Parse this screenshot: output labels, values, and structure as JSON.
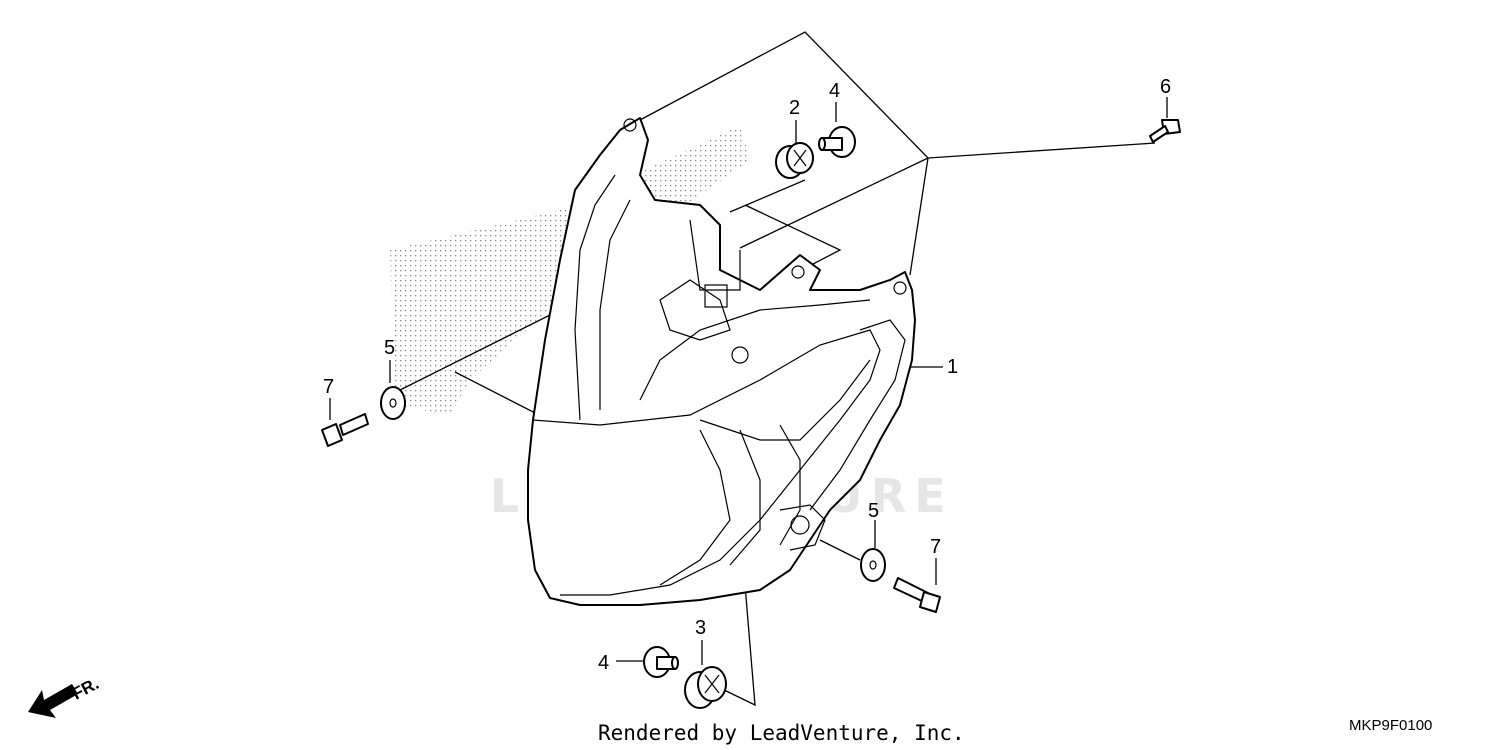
{
  "diagram": {
    "watermark": "LEADVENTURE",
    "rendered_by": "Rendered by LeadVenture, Inc.",
    "diagram_code": "MKP9F0100",
    "direction_label": "FR.",
    "callouts": [
      {
        "id": "c1",
        "label": "1"
      },
      {
        "id": "c2",
        "label": "2"
      },
      {
        "id": "c3",
        "label": "3"
      },
      {
        "id": "c4a",
        "label": "4"
      },
      {
        "id": "c4b",
        "label": "4"
      },
      {
        "id": "c5a",
        "label": "5"
      },
      {
        "id": "c5b",
        "label": "5"
      },
      {
        "id": "c6",
        "label": "6"
      },
      {
        "id": "c7a",
        "label": "7"
      },
      {
        "id": "c7b",
        "label": "7"
      }
    ]
  }
}
